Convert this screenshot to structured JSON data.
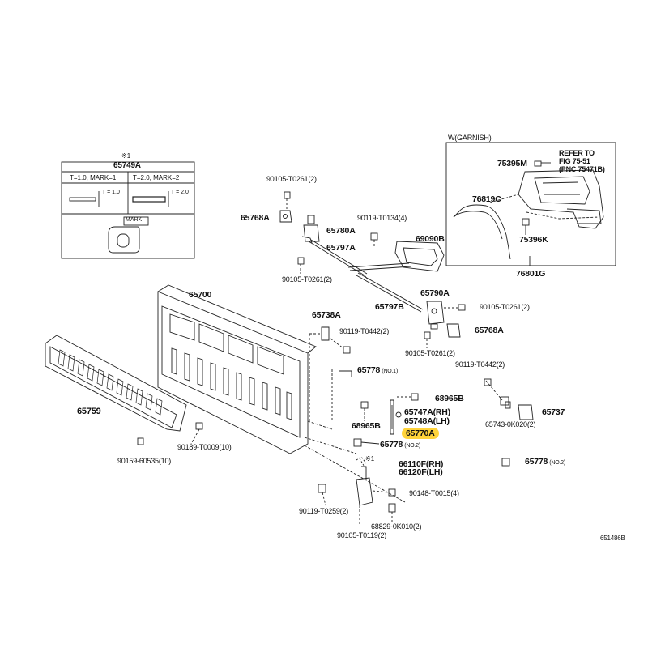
{
  "inset_sym": {
    "mark_ref": "※1",
    "part_number": "65749A",
    "t10": "T=1.0, MARK=1",
    "t20": "T=2.0, MARK=2",
    "t10_dim": "T = 1.0",
    "t20_dim": "T = 2.0",
    "mark": "MARK"
  },
  "garnish_box": {
    "title": "W(GARNISH)",
    "refer_line1": "REFER TO",
    "refer_line2": "FIG 75-51",
    "refer_line3": "(PNC 75471B)",
    "parts": {
      "p75395M": "75395M",
      "p76819C": "76819C",
      "p75396K": "75396K",
      "p76801G": "76801G"
    }
  },
  "labels": {
    "l90105_T0261_top": "90105-T0261(2)",
    "l65768A_left": "65768A",
    "l65780A": "65780A",
    "l90119_T0134": "90119-T0134(4)",
    "l69090B": "69090B",
    "l65797A": "65797A",
    "l90105_T0261_mid": "90105-T0261(2)",
    "l65797B": "65797B",
    "l65700": "65700",
    "l65790A": "65790A",
    "l90105_T0261_right": "90105-T0261(2)",
    "l65768A_right": "65768A",
    "l65738A": "65738A",
    "l90119_T0442_a": "90119-T0442(2)",
    "l90105_T0261_low": "90105-T0261(2)",
    "l90119_T0442_b": "90119-T0442(2)",
    "l65778_no1": "65778",
    "l65778_no1_sfx": "(NO.1)",
    "l68965B_top": "68965B",
    "l65737": "65737",
    "l65747A": "65747A(RH)",
    "l65748A": "65748A(LH)",
    "l68965B_low": "68965B",
    "l65770A": "65770A",
    "l65743": "65743-0K020(2)",
    "l65759": "65759",
    "l65778_no2": "65778",
    "l65778_no2_sfx": "(NO.2)",
    "l90189": "90189-T0009(10)",
    "l90159": "90159-60535(10)",
    "l65778_no2b": "65778",
    "l65778_no2b_sfx": "(NO.2)",
    "l_mark1": "※1",
    "l66110F": "66110F(RH)",
    "l66120F": "66120F(LH)",
    "l90148": "90148-T0015(4)",
    "l90119_T0259": "90119-T0259(2)",
    "l68829": "68829-0K010(2)",
    "l90105_T0119": "90105-T0119(2)",
    "fig_id": "651486B"
  },
  "colors": {
    "highlight": "#ffd33a",
    "line": "#222222"
  }
}
